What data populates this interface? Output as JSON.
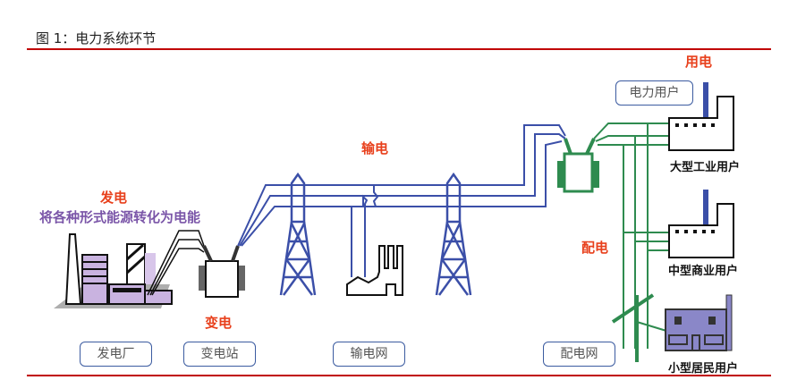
{
  "figure_title": "图 1：电力系统环节",
  "stages": {
    "generation": {
      "title": "发电",
      "desc": "将各种形式能源转化为电能",
      "box": "发电厂"
    },
    "transformation": {
      "title": "变电",
      "box": "变电站"
    },
    "transmission": {
      "title": "输电",
      "box": "输电网"
    },
    "distribution": {
      "title": "配电",
      "box": "配电网"
    },
    "consumption": {
      "title": "用电",
      "box": "电力用户"
    }
  },
  "users": {
    "large": "大型工业用户",
    "medium": "中型商业用户",
    "small": "小型居民用户"
  },
  "colors": {
    "rule": "#c00000",
    "stage_title": "#e8401c",
    "desc": "#7a55a8",
    "transmission": "#3b4fa8",
    "distribution": "#2e8b4f",
    "box_border": "#3b5ba0"
  }
}
